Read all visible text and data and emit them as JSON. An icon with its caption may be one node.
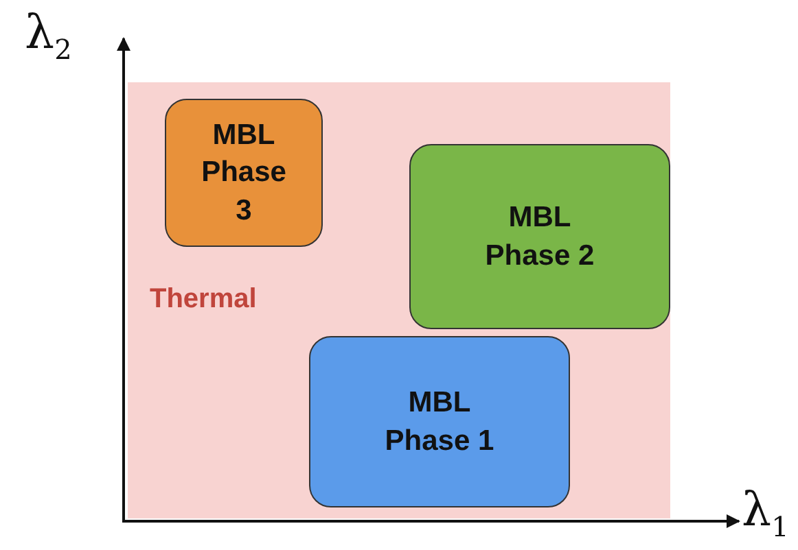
{
  "diagram": {
    "nodes": [
      {
        "text": [
          "Thermal"
        ]
      },
      {
        "text": [
          "MBL Phase 3"
        ],
        "in": 0
      },
      {
        "text": [
          "MBL Phase 2"
        ],
        "in": 0
      },
      {
        "text": [
          "MBL Phase 1"
        ],
        "in": 0
      }
    ],
    "labels": [
      "λ$_{2}$",
      "λ$_{1}$"
    ]
  }
}
